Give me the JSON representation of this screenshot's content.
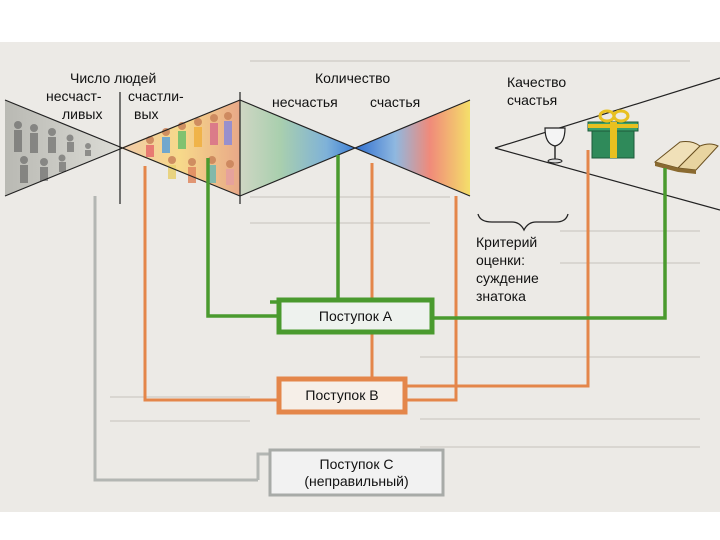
{
  "columns": {
    "people": {
      "title": "Число людей",
      "left_label": [
        "несчаст-",
        "ливых"
      ],
      "right_label": [
        "счастли-",
        "вых"
      ]
    },
    "quantity": {
      "title": "Количество",
      "left_label": "несчастья",
      "right_label": "счастья"
    },
    "quality": {
      "title": [
        "Качество",
        "счастья"
      ]
    }
  },
  "criterion": [
    "Критерий",
    "оценки:",
    "суждение",
    "знатока"
  ],
  "acts": {
    "a": {
      "label": "Поступок А",
      "color": "#4a9a2e"
    },
    "b": {
      "label": "Поступок В",
      "color": "#e4864a"
    },
    "c": {
      "label": "Поступок С",
      "sublabel": "(неправильный)",
      "color": "#a8aba8"
    }
  },
  "icons": [
    "crowd-icon",
    "wine-glass-icon",
    "gift-box-icon",
    "book-icon"
  ]
}
